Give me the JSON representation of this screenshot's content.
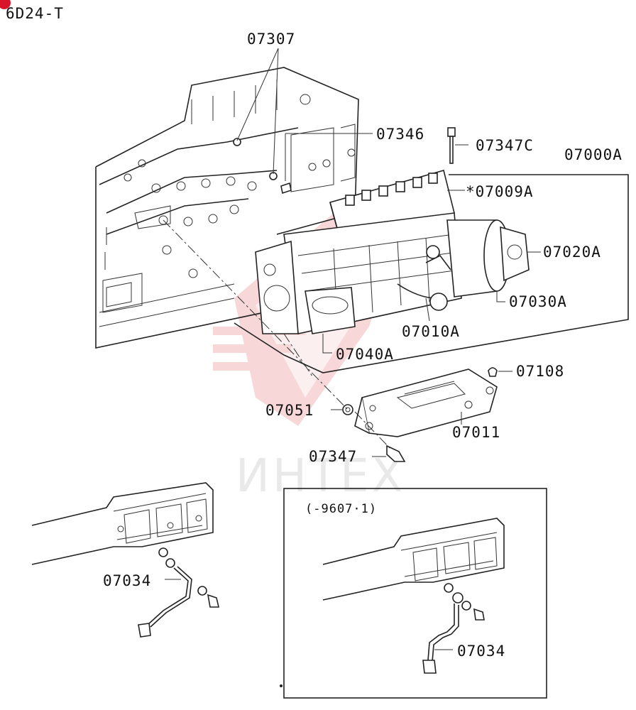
{
  "header": {
    "model": "6D24-T"
  },
  "parts": {
    "p07307": "07307",
    "p07346": "07346",
    "p07347c": "07347C",
    "p07000a": "07000A",
    "p07009a": "*07009A",
    "p07020a": "07020A",
    "p07030a": "07030A",
    "p07010a": "07010A",
    "p07040a": "07040A",
    "p07108": "07108",
    "p07051": "07051",
    "p07011": "07011",
    "p07347": "07347",
    "p07034_left": "07034",
    "p07034_inset": "07034"
  },
  "inset": {
    "date_range": "(-9607·1)"
  },
  "watermark": {
    "brand": "ИНТЕХ"
  },
  "colors": {
    "line": "#222222",
    "watermark_red": "#e8a0a0",
    "badge_red": "#d9142a"
  }
}
